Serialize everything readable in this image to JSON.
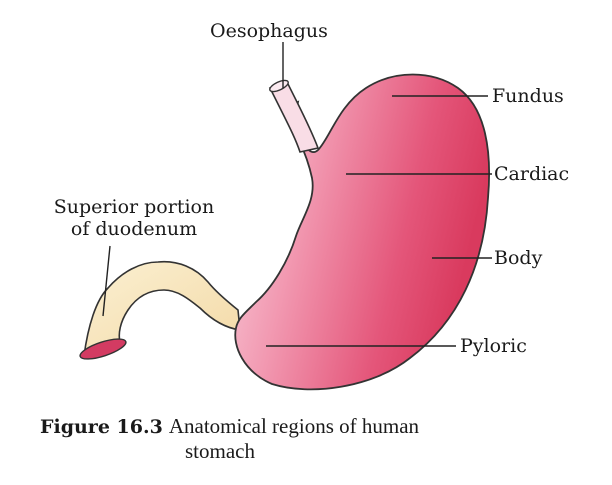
{
  "figure": {
    "labels": {
      "oesophagus": "Oesophagus",
      "fundus": "Fundus",
      "cardiac": "Cardiac",
      "body": "Body",
      "pyloric": "Pyloric",
      "duodenum_line1": "Superior portion",
      "duodenum_line2": "of duodenum"
    },
    "colors": {
      "stomach_light": "#f7c7d6",
      "stomach_mid": "#ec7a98",
      "stomach_dark": "#d9405f",
      "duodenum": "#f6e4b5",
      "duodenum_opening": "#d33b62",
      "outline": "#333333"
    }
  },
  "caption": {
    "number": "Figure 16.3",
    "text": "Anatomical regions of human",
    "text_line2": "stomach"
  }
}
